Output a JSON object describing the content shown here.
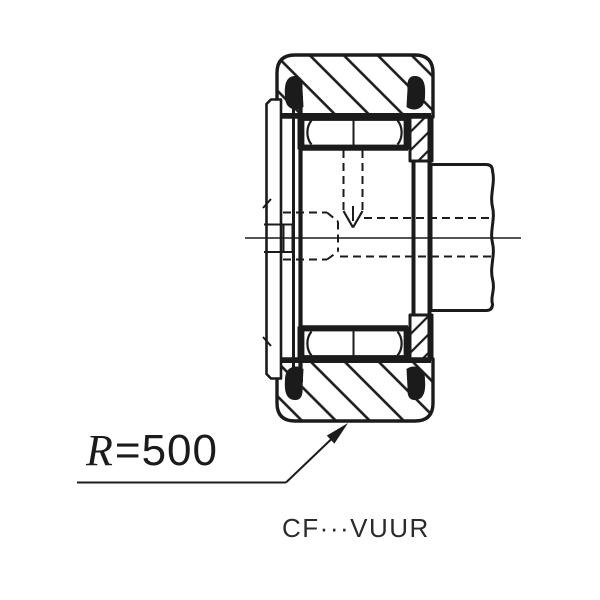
{
  "figure": {
    "type": "bearing-cross-section-drawing",
    "background_color": "#ffffff",
    "line_color": "#1b1b1b",
    "caption": "CF···VUUR",
    "radius_label": {
      "symbol": "R",
      "value": "=500"
    }
  }
}
